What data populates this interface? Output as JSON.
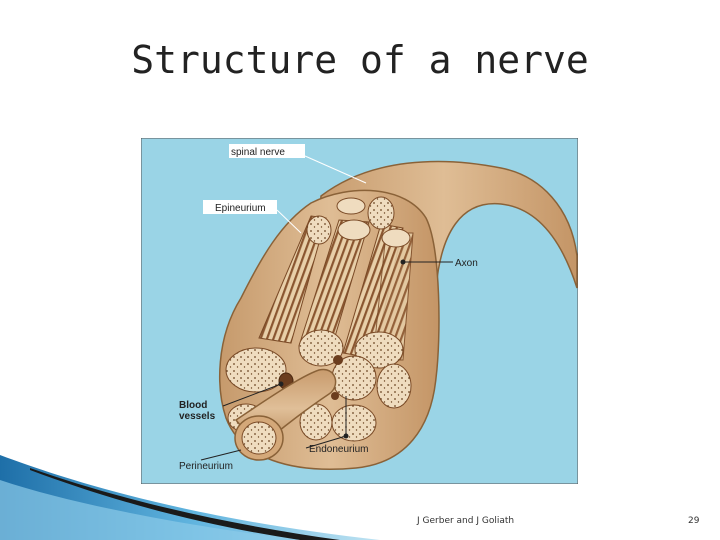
{
  "slide": {
    "title": "Structure of a nerve",
    "footer": "J Gerber and J Goliath",
    "page_number": "29"
  },
  "diagram": {
    "labels": {
      "spinal_nerve": "spinal nerve",
      "epineurium": "Epineurium",
      "axon": "Axon",
      "blood_vessels_1": "Blood",
      "blood_vessels_2": "vessels",
      "endoneurium": "Endoneurium",
      "perineurium": "Perineurium"
    },
    "colors": {
      "background": "#9ad4e6",
      "nerve_tan": "#d8b48c",
      "nerve_dark": "#b08658",
      "fascicle": "#efdcbf",
      "fiber_dark": "#7a4a26",
      "vessel": "#6b3d1e"
    }
  }
}
